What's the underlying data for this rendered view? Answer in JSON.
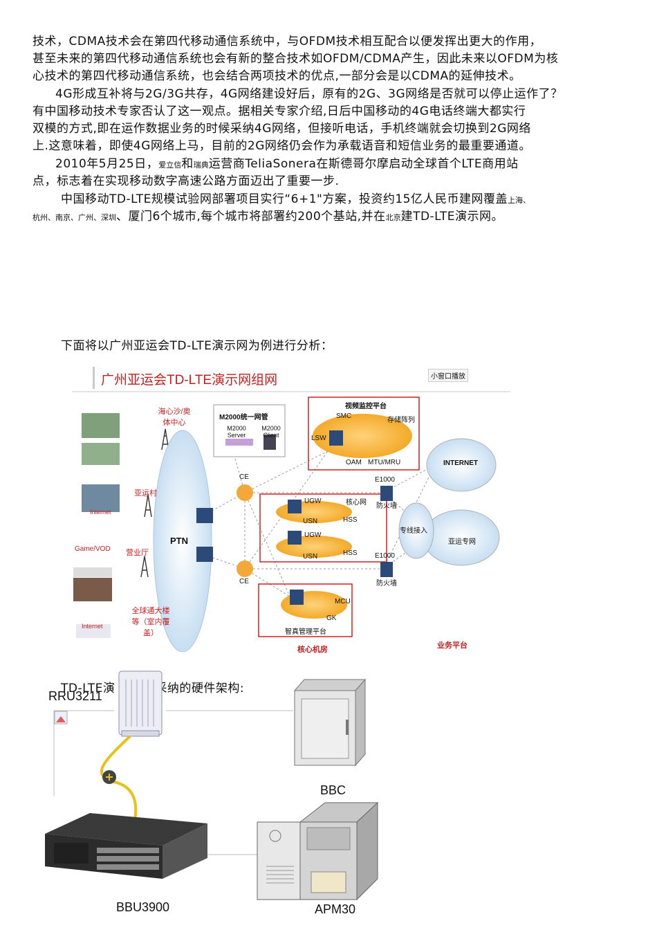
{
  "paragraphs": {
    "p1_l1": "技术，CDMA技术会在第四代移动通信系统中，与OFDM技术相互配合以便发挥出更大的作用，",
    "p1_l2": "甚至未来的第四代移动通信系统也会有新的整合技术如OFDM/CDMA产生，因此未来以OFDM为核",
    "p1_l3": "心技术的第四代移动通信系统，也会结合两项技术的优点,一部分会是以CDMA的延伸技术。",
    "p2_l1": "4G形成互补将与2G/3G共存，4G网络建设好后，原有的2G、3G网络是否就可以停止运作了？",
    "p2_l2": "有中国移动技术专家否认了这一观点。据相关专家介绍,日后中国移动的4G电话终端大都实行",
    "p2_l3": "双模的方式,即在运作数据业务的时候采纳4G网络，但接听电话，手机终端就会切换到2G网络",
    "p2_l4": "上.这意味着，即使4G网络上马，目前的2G网络仍会作为承载语音和短信业务的最重要通道。",
    "p3_a": "2010年5月25日，",
    "p3_b": "爱立信",
    "p3_c": "和",
    "p3_d": "瑞典",
    "p3_e": "运营商TeliaSonera在斯德哥尔摩启动全球首个LTE商用站",
    "p3_l2": "点，标志着在实现移动数字高速公路方面迈出了重要一步.",
    "p4_a": "中国移动TD-LTE规模试验网部署项目实行“6+1\"方案，投资约15亿人民币建网覆盖",
    "p4_b": "上海、",
    "p4_c": "杭州、南京、广州、深圳",
    "p4_d": "、厦门6个城市,每个城市将部署约200个基站,并在",
    "p4_e": "北京",
    "p4_f": "建TD-LTE演示网。",
    "intro_fig1": "下面将以广州亚运会TD-LTE演示网为例进行分析：",
    "intro_fig2_a": "TD-LTE演",
    "intro_fig2_b": "采纳的硬件架构:"
  },
  "figure1": {
    "title": "广州亚运会TD-LTE演示网组网",
    "player_label": "小窗口播放",
    "sites": [
      "海心沙/奥体中心",
      "亚运村",
      "营业厅",
      "全球通大楼等（室内覆盖）"
    ],
    "internet_small": "Internet",
    "game_vod": "Game/VOD",
    "ptn": "PTN",
    "m2000_title": "M2000统一网管",
    "m2000_server": "M2000 Server",
    "m2000_client": "M2000 Client",
    "video_title": "视频监控平台",
    "smc": "SMC",
    "storage": "存储阵列",
    "lsw": "LSW",
    "oam": "OAM",
    "mtu": "MTU/MRU",
    "ce": "CE",
    "core_net": "核心网",
    "ugw": "UGW",
    "usn": "USN",
    "hss": "HSS",
    "internet": "INTERNET",
    "e1000": "E1000",
    "firewall": "防火墙",
    "leased_line": "专线接入",
    "asian_net": "亚运专网",
    "mcu": "MCU",
    "gk": "GK",
    "telepresence": "智真管理平台",
    "core_room": "核心机房",
    "service_platform": "业务平台"
  },
  "figure2": {
    "rru": "RRU3211",
    "bbc": "BBC",
    "bbu": "BBU3900",
    "apm": "APM30"
  }
}
